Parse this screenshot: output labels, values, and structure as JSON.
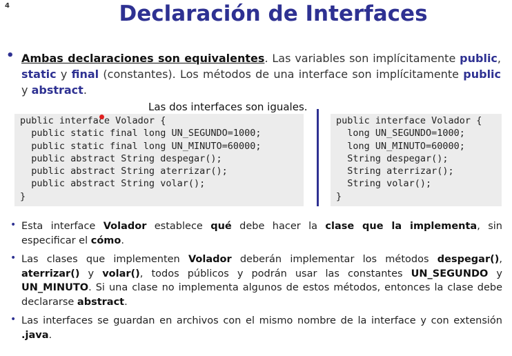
{
  "slide_number": "4",
  "title": "Declaración de Interfaces",
  "bullet1": {
    "lead": "Ambas declaraciones son equivalentes",
    "t1": ". Las variables son implícitamente ",
    "kw1": "public",
    "t2": ", ",
    "kw2": "static",
    "t3": " y ",
    "kw3": "final",
    "t4": " (constantes). Los métodos de una interface son implícitamente ",
    "kw4": "public",
    "t5": " y ",
    "kw5": "abstract",
    "t6": "."
  },
  "note": "Las dos interfaces son iguales.",
  "code_left": [
    "public interface Volador {",
    "  public static final long UN_SEGUNDO=1000;",
    "  public static final long UN_MINUTO=60000;",
    "  public abstract String despegar();",
    "  public abstract String aterrizar();",
    "  public abstract String volar();",
    "}"
  ],
  "code_right": [
    "public interface Volador {",
    "  long UN_SEGUNDO=1000;",
    "  long UN_MINUTO=60000;",
    "  String despegar();",
    "  String aterrizar();",
    "  String volar();",
    "}"
  ],
  "b2": {
    "t1": "Esta interface ",
    "b1": "Volador",
    "t2": " establece ",
    "b2": "qué",
    "t3": " debe hacer la ",
    "b3": "clase que la implementa",
    "t4": ", sin especificar el ",
    "b4": "cómo",
    "t5": "."
  },
  "b3": {
    "t1": "Las clases que implementen ",
    "b1": "Volador",
    "t2": " deberán implementar los métodos ",
    "b2": "despegar()",
    "t3": ", ",
    "b3": "aterrizar()",
    "t4": " y ",
    "b4": "volar()",
    "t5": ", todos públicos y podrán usar las constantes ",
    "b5": "UN_SEGUNDO",
    "t6": " y ",
    "b6": "UN_MINUTO",
    "t7": ". Si una clase no implementa algunos de estos métodos, entonces la clase debe declararse ",
    "b7": "abstract",
    "t8": "."
  },
  "b4": {
    "t1": "Las interfaces se guardan en archivos con el mismo nombre de la interface y con extensión ",
    "b1": ".java",
    "t2": "."
  },
  "bullet_glyph": "•"
}
